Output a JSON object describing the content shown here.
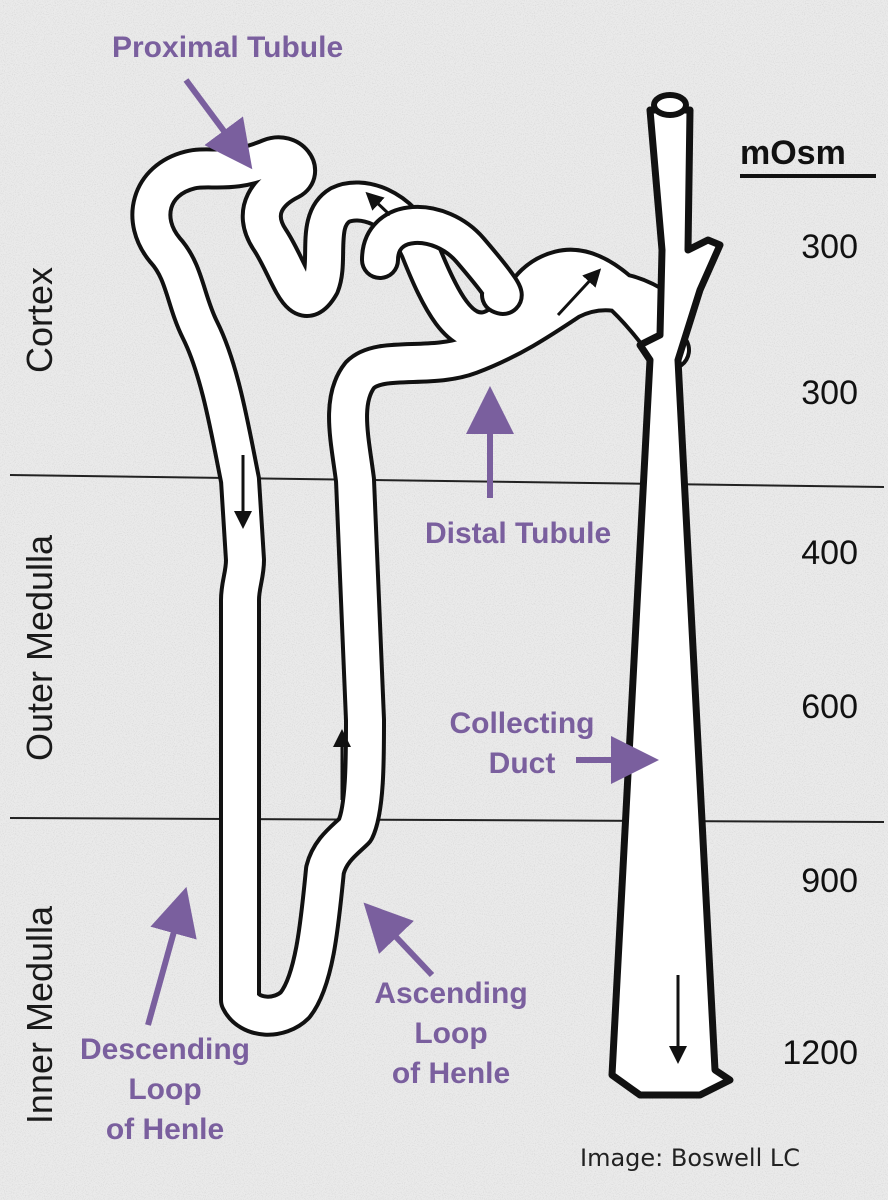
{
  "zones": {
    "cortex": "Cortex",
    "outer_medulla": "Outer Medulla",
    "inner_medulla": "Inner Medulla"
  },
  "labels": {
    "proximal_tubule": "Proximal Tubule",
    "distal_tubule": "Distal Tubule",
    "collecting_duct_line1": "Collecting",
    "collecting_duct_line2": "Duct",
    "descending_line1": "Descending",
    "descending_line2": "Loop",
    "descending_line3": "of Henle",
    "ascending_line1": "Ascending",
    "ascending_line2": "Loop",
    "ascending_line3": "of Henle"
  },
  "osmolality": {
    "heading": "mOsm",
    "values": [
      "300",
      "300",
      "400",
      "600",
      "900",
      "1200"
    ]
  },
  "credit": "Image: Boswell LC",
  "colors": {
    "label_purple": "#7a5f9e",
    "outline": "#111111",
    "background": "#e9e9e9"
  }
}
